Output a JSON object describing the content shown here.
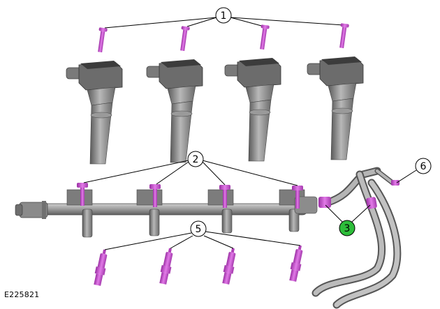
{
  "figure_id": "E225821",
  "callouts": [
    {
      "id": "1",
      "label": "1",
      "highlight": false
    },
    {
      "id": "2",
      "label": "2",
      "highlight": false
    },
    {
      "id": "3",
      "label": "3",
      "highlight": true
    },
    {
      "id": "5",
      "label": "5",
      "highlight": false
    },
    {
      "id": "6",
      "label": "6",
      "highlight": false
    }
  ],
  "colors": {
    "fastener": "#c84bd0",
    "coil": "#8a8a8a",
    "coil_dark": "#4a4a4a",
    "rail": "#9a9a9a",
    "highlight": "#2dbd3a"
  }
}
